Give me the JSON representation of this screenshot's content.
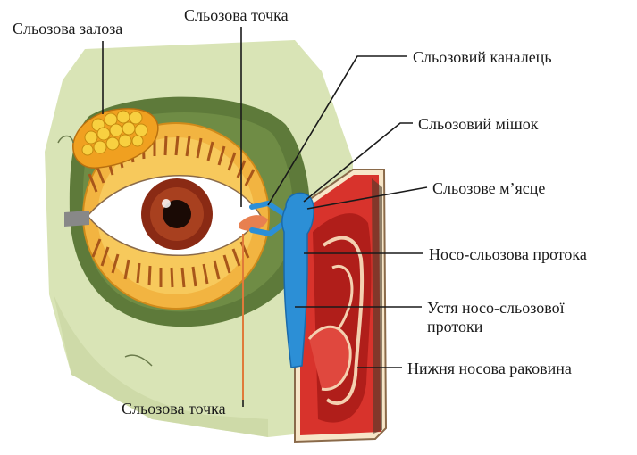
{
  "labels": {
    "lacrimal_gland": "Сльозова залоза",
    "lacrimal_punctum_top": "Сльозова точка",
    "lacrimal_canaliculus": "Сльозовий каналець",
    "lacrimal_sac": "Сльозовий мішок",
    "lacrimal_lake": "Сльозове м’ясце",
    "nasolacrimal_duct": "Носо-сльозова протока",
    "duct_orifice_line1": "Устя носо-сльозової",
    "duct_orifice_line2": "протоки",
    "inferior_concha": "Нижня носова раковина",
    "lacrimal_punctum_bottom": "Сльозова точка"
  },
  "colors": {
    "face_bg": "#d8e3b4",
    "orbit_dark": "#5e7a3a",
    "eyelid": "#f2b441",
    "eye_white": "#ffffff",
    "iris": "#8a2a14",
    "duct_blue": "#2c8fd6",
    "nasal_red": "#d8332c",
    "leader_line": "#1a1a1a"
  }
}
